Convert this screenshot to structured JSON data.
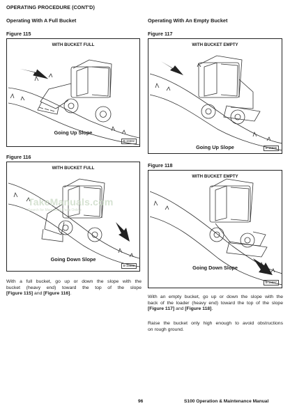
{
  "header": {
    "section": "OPERATING PROCEDURE (CONT'D)"
  },
  "left": {
    "subheading": "Operating With A Full Bucket",
    "figures": [
      {
        "label": "Figure 115",
        "box_title": "WITH BUCKET FULL",
        "caption": "Going Up Slope",
        "code": "B-15582"
      },
      {
        "label": "Figure 116",
        "box_title": "WITH BUCKET FULL",
        "caption": "Going Down Slope",
        "code": "B-15583"
      }
    ],
    "para": {
      "l1": "With a full bucket, go up or down the slope with the",
      "l2": "bucket (heavy end) toward the top of the slope",
      "ref1": "[Figure 115]",
      "and": " and ",
      "ref2": "[Figure 116]",
      "end": "."
    }
  },
  "right": {
    "subheading": "Operating With An Empty Bucket",
    "figures": [
      {
        "label": "Figure 117",
        "box_title": "WITH BUCKET EMPTY",
        "caption": "Going Up Slope",
        "code": "B-15586"
      },
      {
        "label": "Figure 118",
        "box_title": "WITH BUCKET EMPTY",
        "caption": "Going Down Slope",
        "code": "B-15587"
      }
    ],
    "para1": {
      "l1": "With an empty bucket, go up or down the slope with the",
      "l2": "back of the loader (heavy end) toward the top of the slope",
      "ref1": "[Figure 117]",
      "and": " and ",
      "ref2": "[Figure 118]",
      "end": "."
    },
    "para2": {
      "l1": "Raise the bucket only high enough to avoid obstructions",
      "l2": "on rough ground."
    }
  },
  "watermark": {
    "text": "TakeManuals.com",
    "tagline": "Search for Manuals & Parts Online"
  },
  "footer": {
    "page_number": "96",
    "manual_title": "S100 Operation & Maintenance Manual"
  }
}
